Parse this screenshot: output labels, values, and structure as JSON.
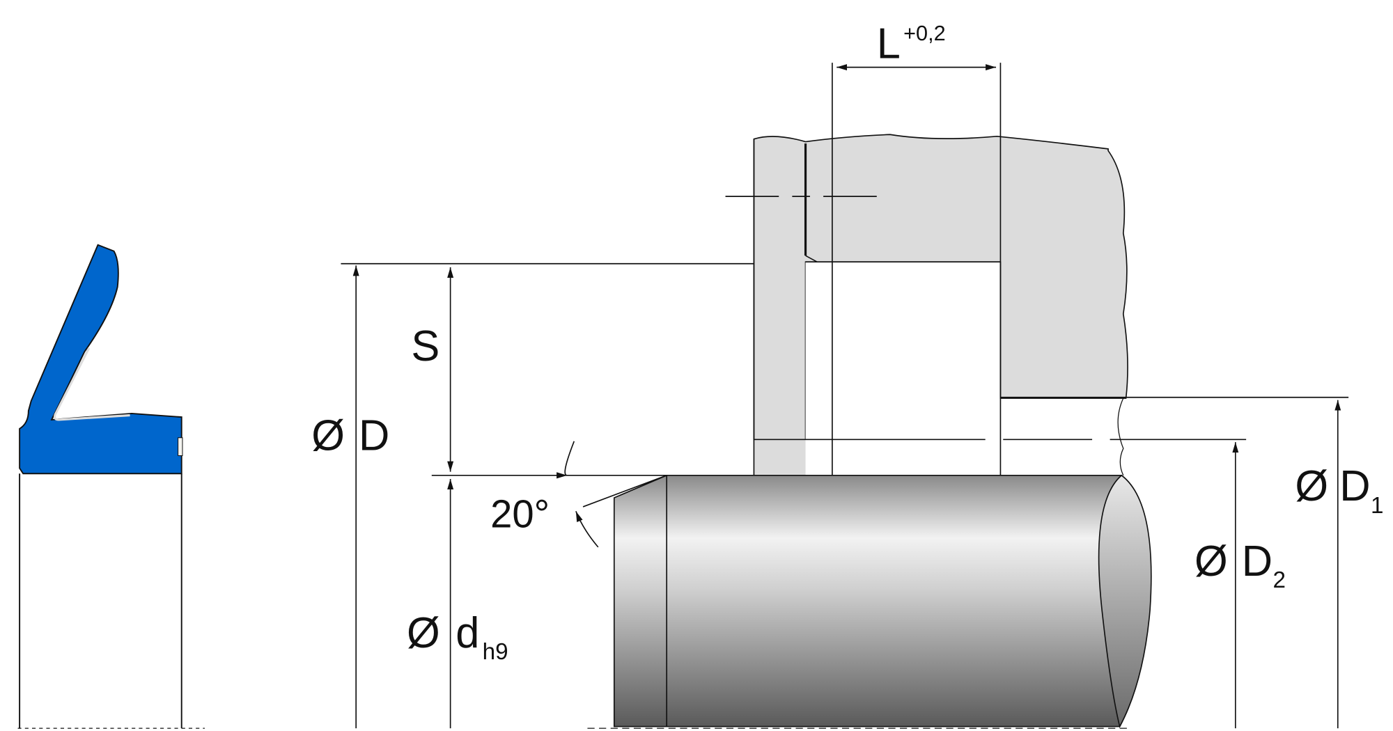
{
  "labels": {
    "length": "L",
    "length_tolerance": "+0,2",
    "section": "S",
    "diameter_symbol": "Ø",
    "bore_diameter": "D",
    "angle": "20°",
    "shaft_diameter": "d",
    "shaft_tolerance": "h9",
    "diameter_1": "D",
    "diameter_1_sub": "1",
    "diameter_2": "D",
    "diameter_2_sub": "2"
  },
  "colors": {
    "seal": "#0066cc",
    "housing": "#dcdcdc",
    "line": "#111111"
  }
}
